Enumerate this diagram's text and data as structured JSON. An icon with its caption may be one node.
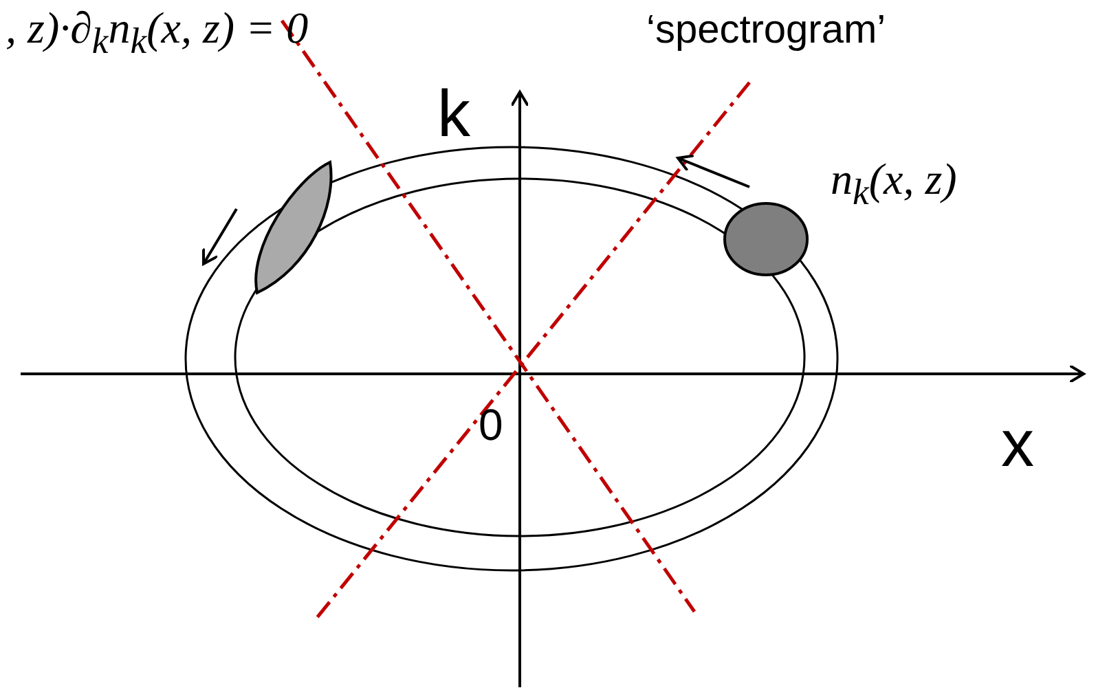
{
  "diagram": {
    "labels": [
      ", z)·∂$_{k}$n$_{k}$(x, z) = 0",
      "‘spectrogram’",
      "k",
      "n$_{k}$(x, z)",
      "0",
      "x"
    ]
  }
}
